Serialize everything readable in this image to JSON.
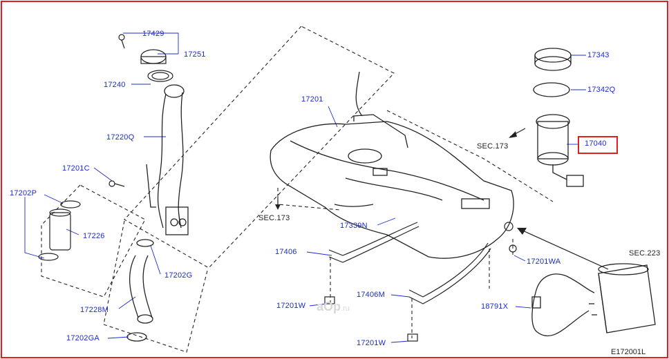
{
  "labels": {
    "p17429": "17429",
    "p17251": "17251",
    "p17240": "17240",
    "p17220Q": "17220Q",
    "p17201C": "17201C",
    "p17202P": "17202P",
    "p17226": "17226",
    "p17202G": "17202G",
    "p17228M": "17228M",
    "p17202GA": "17202GA",
    "p17201": "17201",
    "p17339N": "17339N",
    "p17406": "17406",
    "p17201W_a": "17201W",
    "p17406M": "17406M",
    "p17201W_b": "17201W",
    "p17201WA": "17201WA",
    "p18791X": "18791X",
    "p17343": "17343",
    "p17342Q": "17342Q",
    "p17040": "17040",
    "sec173_right": "SEC.173",
    "sec173_left": "SEC.173",
    "sec223": "SEC.223"
  },
  "highlight_part": "17040",
  "watermark": {
    "brand": "аОр",
    "domain": ".ru"
  },
  "diagram_code": "E172001L",
  "colors": {
    "label_blue": "#1a2ad0",
    "highlight_red": "#e02020",
    "line": "#222222"
  }
}
